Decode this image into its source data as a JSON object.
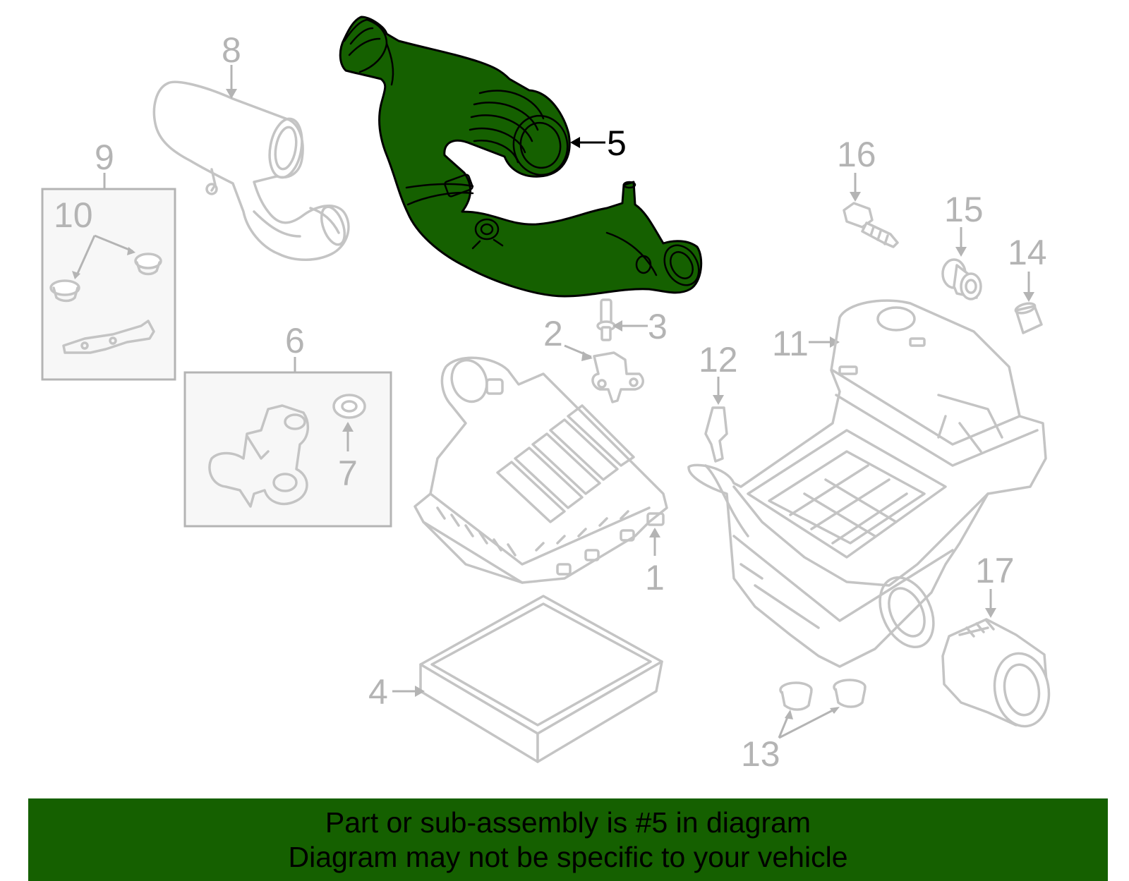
{
  "callouts": {
    "c1": "1",
    "c2": "2",
    "c3": "3",
    "c4": "4",
    "c5": "5",
    "c6": "6",
    "c7": "7",
    "c8": "8",
    "c9": "9",
    "c10": "10",
    "c11": "11",
    "c12": "12",
    "c13": "13",
    "c14": "14",
    "c15": "15",
    "c16": "16",
    "c17": "17"
  },
  "highlighted_part": "5",
  "colors": {
    "highlight": "#156000",
    "banner_background": "#156000",
    "part_outline": "#c4c4c4",
    "callout_text": "#b4b4b4"
  },
  "banner": {
    "line1": "Part or sub-assembly is #5 in diagram",
    "line2": "Diagram may not be specific to your vehicle"
  }
}
